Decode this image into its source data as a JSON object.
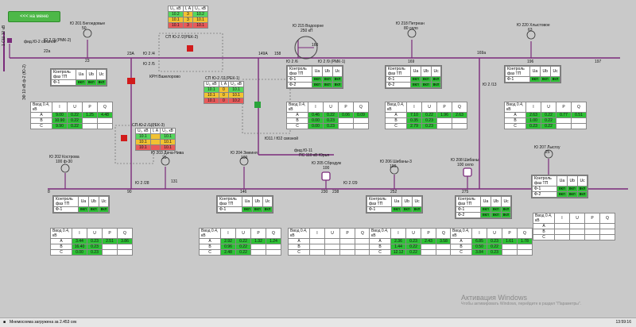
{
  "back_button": "<<< на меню",
  "bus": {
    "sh": "1 СШ 10 кВ",
    "fider_left": "фид.Ю-2 связной",
    "fider_left_name": "ЗФ 10 кВ ф-2 (Ю-2)"
  },
  "top_bus_labels": [
    "22а",
    "Ю 2 /3 (РМК-2)",
    "23",
    "23А",
    "Ю 2 /4",
    "Ю 2 /5",
    "158",
    "Ю 2 /6",
    "Ю 2 /9 (РМК-1)",
    "169",
    "196",
    "197",
    "149А",
    "160",
    "Ю 2 /13",
    "169а"
  ],
  "substations_top": [
    {
      "name": "Ю 201 Бегоедовые",
      "kva": "50"
    },
    {
      "name": "Ю 215 Водоорне",
      "kva": "250 кП"
    },
    {
      "name": "Ю 218 Петреан",
      "kva": "80 село"
    },
    {
      "name": "Ю 220 Хлыстовое",
      "kva": "63"
    }
  ],
  "substations_bottom": [
    {
      "name": "Ю 202 Кострова",
      "kva": "100 ф-30"
    },
    {
      "name": "Ю 203 Дача-Нива",
      "kva": "25"
    },
    {
      "name": "Ю 204 Змеиня",
      "kva": "100"
    },
    {
      "name": "Ю 205 Сбродум",
      "kva": "100"
    },
    {
      "name": "Ю 206 Шибаны-3",
      "kva": "100"
    },
    {
      "name": "Ю 208 Шибаны",
      "kva": "100 село"
    },
    {
      "name": "Ю 207 Лысгоу",
      "kva": "25"
    }
  ],
  "sp_tables": [
    {
      "name": "СП Ю-2 /2(РЕК-2)",
      "head": [
        "U₁, кВ",
        "I, А",
        "U₂, кВ"
      ],
      "rows": [
        [
          "10.2",
          "3",
          "10.2"
        ],
        [
          "10.1",
          "3",
          "10.1"
        ],
        [
          "10.1",
          "3",
          "10.1"
        ]
      ]
    },
    {
      "name": "СП Ю-2 /11(РЕК-1)",
      "head": [
        "U₁, кВ",
        "I, А",
        "U₂, кВ"
      ],
      "rows": [
        [
          "10.1",
          "0",
          "10.1"
        ],
        [
          "10.1",
          "0",
          "10.1"
        ],
        [
          "10.1",
          "0",
          "10.2"
        ]
      ]
    },
    {
      "name": "СП Ю-2 /1(РЕК-3)",
      "head": [
        "U₁, кВ",
        "I, А",
        "U₂, кВ"
      ],
      "rows": [
        [
          "10.1",
          "",
          "10.1"
        ],
        [
          "10.1",
          "",
          "10.1"
        ],
        [
          "10.1",
          "",
          "10.1"
        ]
      ]
    }
  ],
  "kontrol": {
    "title": "Контроль фаз ТП",
    "head": [
      "",
      "Ua",
      "Ub",
      "Uc"
    ],
    "f1": "Ф-1",
    "f2": "Ф-2",
    "vkl": "вкл"
  },
  "vvod": {
    "title": "Ввод 0.4, кВ",
    "head": [
      "",
      "I",
      "U",
      "P",
      "Q"
    ],
    "phases": [
      "A",
      "B",
      "C"
    ]
  },
  "vvod_tables": [
    {
      "rows": [
        [
          "9.00",
          "0.22",
          "1.25",
          "4.48"
        ],
        [
          "10.90",
          "0.22",
          "",
          " "
        ],
        [
          "9.90",
          "0.22",
          "",
          ""
        ]
      ]
    },
    {
      "rows": [
        [
          "0.46",
          "0.22",
          "0.06",
          "0.09"
        ],
        [
          "0.00",
          "0.23",
          "",
          ""
        ],
        [
          "0.00",
          "0.23",
          "",
          ""
        ]
      ]
    },
    {
      "rows": [
        [
          "7.10",
          "0.22",
          "1.96",
          "2.63"
        ],
        [
          "0.35",
          "0.23",
          "",
          ""
        ],
        [
          "2.79",
          "0.23",
          "",
          ""
        ]
      ]
    },
    {
      "rows": [
        [
          "2.63",
          "0.22",
          "0.77",
          "0.51"
        ],
        [
          "1.00",
          "0.22",
          "",
          ""
        ],
        [
          "0.23",
          "0.22",
          "",
          ""
        ]
      ]
    },
    {
      "rows": [
        [
          "3.44",
          "0.23",
          "2.51",
          "3.86"
        ],
        [
          "16.40",
          "0.23",
          "",
          ""
        ],
        [
          "0.00",
          "0.23",
          "",
          ""
        ]
      ]
    },
    {
      "rows": [
        [
          "2.92",
          "0.22",
          "1.32",
          "1.24"
        ],
        [
          "0.96",
          "0.22",
          "",
          ""
        ],
        [
          "2.48",
          "0.22",
          "",
          ""
        ]
      ]
    },
    {
      "rows": [
        [
          "",
          "",
          "",
          ""
        ],
        [
          "",
          "",
          "",
          ""
        ],
        [
          "",
          "",
          "",
          ""
        ]
      ]
    },
    {
      "rows": [
        [
          "2.36",
          "0.23",
          "2.43",
          "3.58"
        ],
        [
          "1.44",
          "0.22",
          "",
          ""
        ],
        [
          "12.12",
          "0.22",
          "",
          ""
        ]
      ]
    },
    {
      "rows": [
        [
          "6.85",
          "0.23",
          "1.61",
          "1.78"
        ],
        [
          "0.50",
          "0.22",
          "",
          ""
        ],
        [
          "3.84",
          "0.23",
          "",
          ""
        ]
      ]
    },
    {
      "rows": [
        [
          "",
          "",
          "",
          ""
        ],
        [
          "",
          "",
          "",
          ""
        ],
        [
          "",
          "",
          "",
          ""
        ]
      ]
    }
  ],
  "status": {
    "left": "Мнемосхема загружена за 2.453 сек",
    "right": "13:59:16"
  },
  "watermark": {
    "title": "Активация Windows",
    "sub": "Чтобы активировать Windows, перейдите в раздел \"Параметры\"."
  },
  "misc_labels": {
    "ps": "ПС 110 кВ Юрья",
    "fid_11": "фид.Ю-11",
    "yu11_yu2": "Ю11 / Ю2 связной",
    "kru": "КРН Вазелорово",
    "bottom_bus": [
      "8",
      "90",
      "Ю 2 /28",
      "131",
      "146",
      "230",
      "238",
      "Ю 2 /29",
      "252",
      "275"
    ]
  },
  "colors": {
    "line": "#7a2a7a",
    "green": "#2ec236",
    "red": "#e85a5a",
    "bg": "#c9c9c9"
  }
}
